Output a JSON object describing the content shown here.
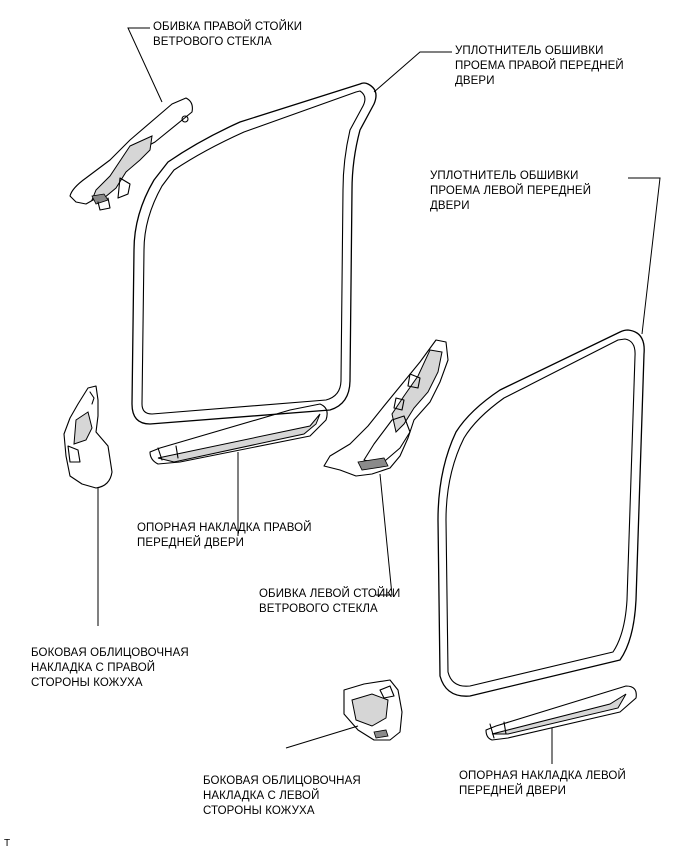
{
  "labels": {
    "right_pillar_garnish": "ОБИВКА ПРАВОЙ СТОЙКИ\nВЕТРОВОГО СТЕКЛА",
    "right_door_weatherstrip": "УПЛОТНИТЕЛЬ ОБШИВКИ\nПРОЕМА ПРАВОЙ ПЕРЕДНЕЙ\nДВЕРИ",
    "left_door_weatherstrip": "УПЛОТНИТЕЛЬ ОБШИВКИ\nПРОЕМА ЛЕВОЙ ПЕРЕДНЕЙ\nДВЕРИ",
    "right_scuff_plate": "ОПОРНАЯ НАКЛАДКА ПРАВОЙ\nПЕРЕДНЕЙ ДВЕРИ",
    "left_pillar_garnish": "ОБИВКА ЛЕВОЙ СТОЙКИ\nВЕТРОВОГО СТЕКЛА",
    "right_cowl_trim": "БОКОВАЯ ОБЛИЦОВОЧНАЯ\nНАКЛАДКА С ПРАВОЙ\nСТОРОНЫ КОЖУХА",
    "left_cowl_trim": "БОКОВАЯ ОБЛИЦОВОЧНАЯ\nНАКЛАДКА С ЛЕВОЙ\nСТОРОНЫ КОЖУХА",
    "left_scuff_plate": "ОПОРНАЯ НАКЛАДКА ЛЕВОЙ\nПЕРЕДНЕЙ ДВЕРИ",
    "corner_mark": "T"
  },
  "colors": {
    "line": "#000000",
    "shade": "#d6d6d6",
    "dark": "#8a8a8a",
    "background": "#ffffff"
  }
}
